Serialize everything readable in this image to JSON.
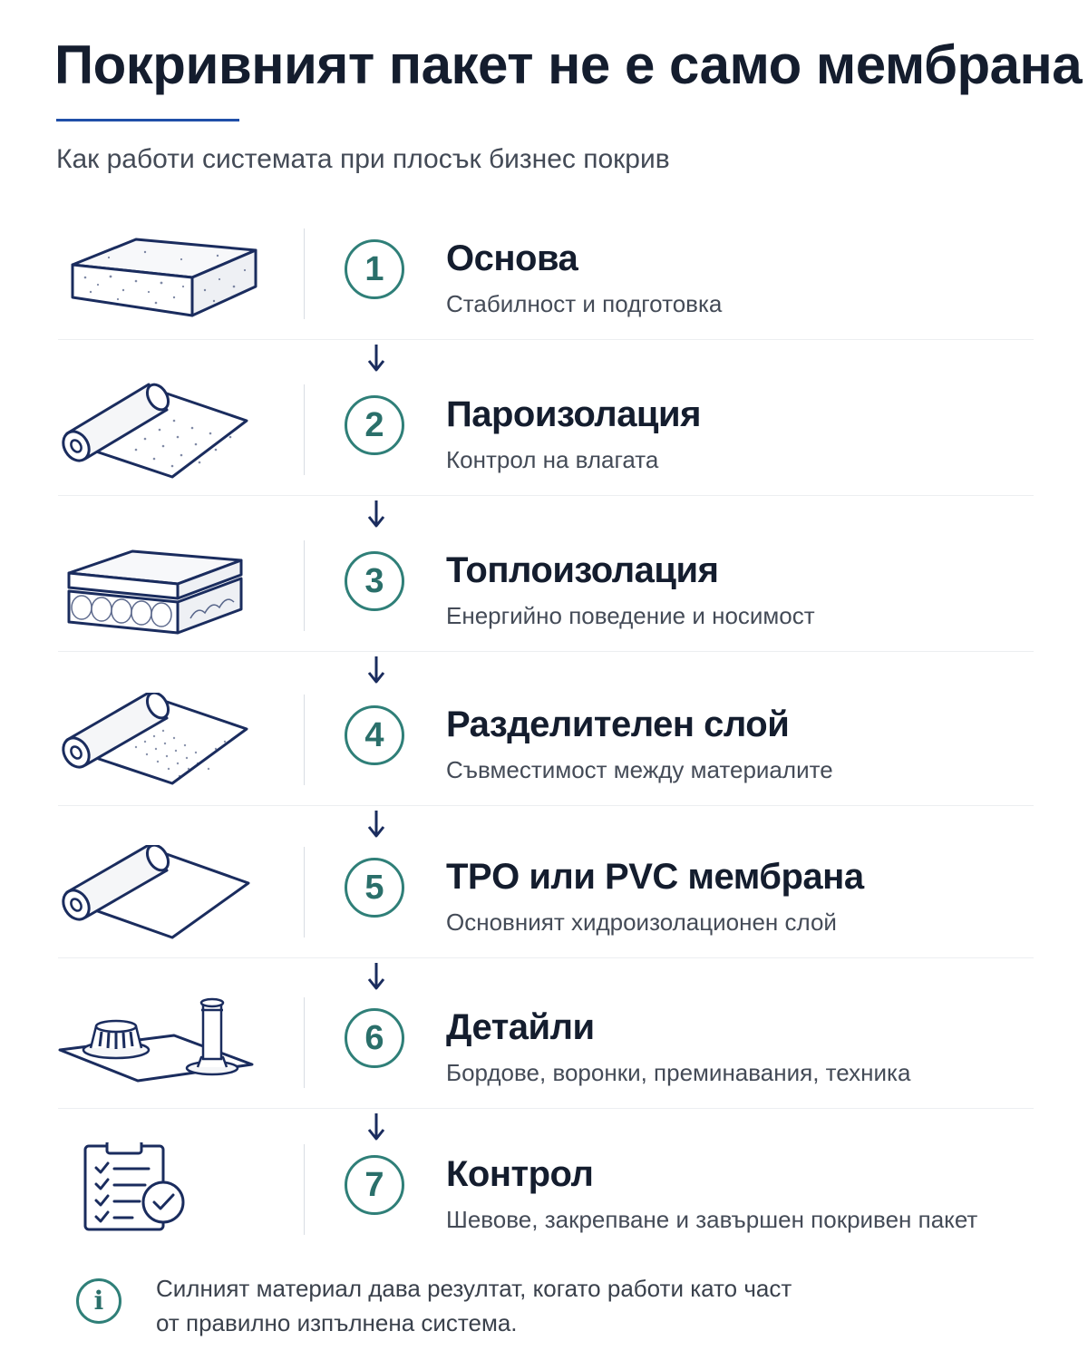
{
  "header": {
    "title": "Покривният пакет не е само мембрана",
    "subtitle": "Как работи системата при плосък бизнес покрив"
  },
  "colors": {
    "title": "#141d2e",
    "accent_rule": "#1f4fa8",
    "step_number": "#2f7f78",
    "icon_stroke": "#1a2c5e",
    "arrow": "#1a2c5e"
  },
  "steps": [
    {
      "number": "1",
      "title": "Основа",
      "description": "Стабилност и подготовка",
      "icon": "concrete-slab-icon"
    },
    {
      "number": "2",
      "title": "Пароизолация",
      "description": "Контрол на влагата",
      "icon": "vapor-barrier-roll-icon"
    },
    {
      "number": "3",
      "title": "Топлоизолация",
      "description": "Енергийно поведение и носимост",
      "icon": "insulation-panels-icon"
    },
    {
      "number": "4",
      "title": "Разделителен слой",
      "description": "Съвместимост между материалите",
      "icon": "separation-layer-roll-icon"
    },
    {
      "number": "5",
      "title": "TPO или PVC мембрана",
      "description": "Основният хидроизолационен слой",
      "icon": "membrane-roll-icon"
    },
    {
      "number": "6",
      "title": "Детайли",
      "description": "Бордове, воронки, преминавания, техника",
      "icon": "roof-drain-and-pipe-icon"
    },
    {
      "number": "7",
      "title": "Контрол",
      "description": "Шевове, закрепване и завършен покривен пакет",
      "icon": "checklist-icon"
    }
  ],
  "note": {
    "icon": "info-icon",
    "line1": "Силният материал дава резултат, когато работи като част",
    "line2": "от правилно изпълнена система."
  }
}
